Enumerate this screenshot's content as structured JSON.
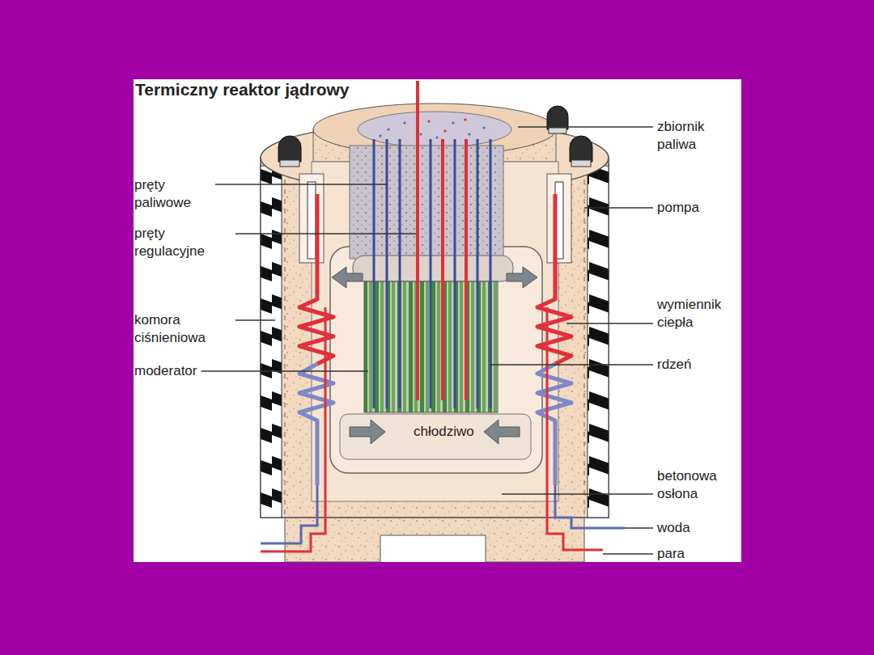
{
  "diagram": {
    "title": "Termiczny reaktor jądrowy",
    "labels": [
      "zbiornik paliwa",
      "pręty paliwowe",
      "pompa",
      "pręty regulacyjne",
      "komora ciśnieniowa",
      "wymiennik ciepła",
      "moderator",
      "rdzeń",
      "chłodziwo",
      "betonowa osłona",
      "woda",
      "para"
    ]
  }
}
